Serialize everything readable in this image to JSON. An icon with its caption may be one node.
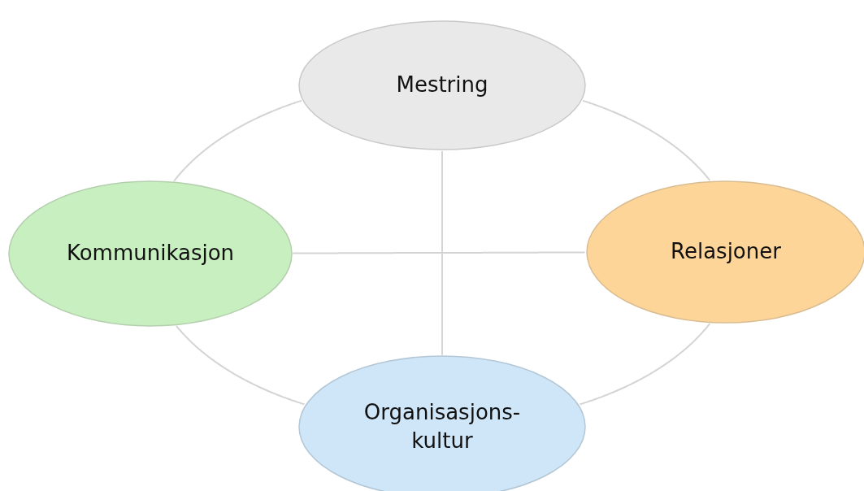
{
  "diagram": {
    "nodes": [
      {
        "text": [
          "Mestring"
        ]
      },
      {
        "text": [
          "Kommunikasjon"
        ]
      },
      {
        "text": [
          "Relasjoner"
        ]
      },
      {
        "text": [
          "Organisasjons- kultur"
        ]
      }
    ],
    "edges": [
      {
        "from": 0,
        "to": 3,
        "arrow": "none"
      },
      {
        "from": 1,
        "to": 2,
        "arrow": "none"
      },
      {
        "from": 0,
        "to": 1,
        "arrow": "none"
      },
      {
        "from": 0,
        "to": 2,
        "arrow": "none"
      },
      {
        "from": 1,
        "to": 3,
        "arrow": "none"
      },
      {
        "from": 2,
        "to": 3,
        "arrow": "none"
      }
    ]
  }
}
